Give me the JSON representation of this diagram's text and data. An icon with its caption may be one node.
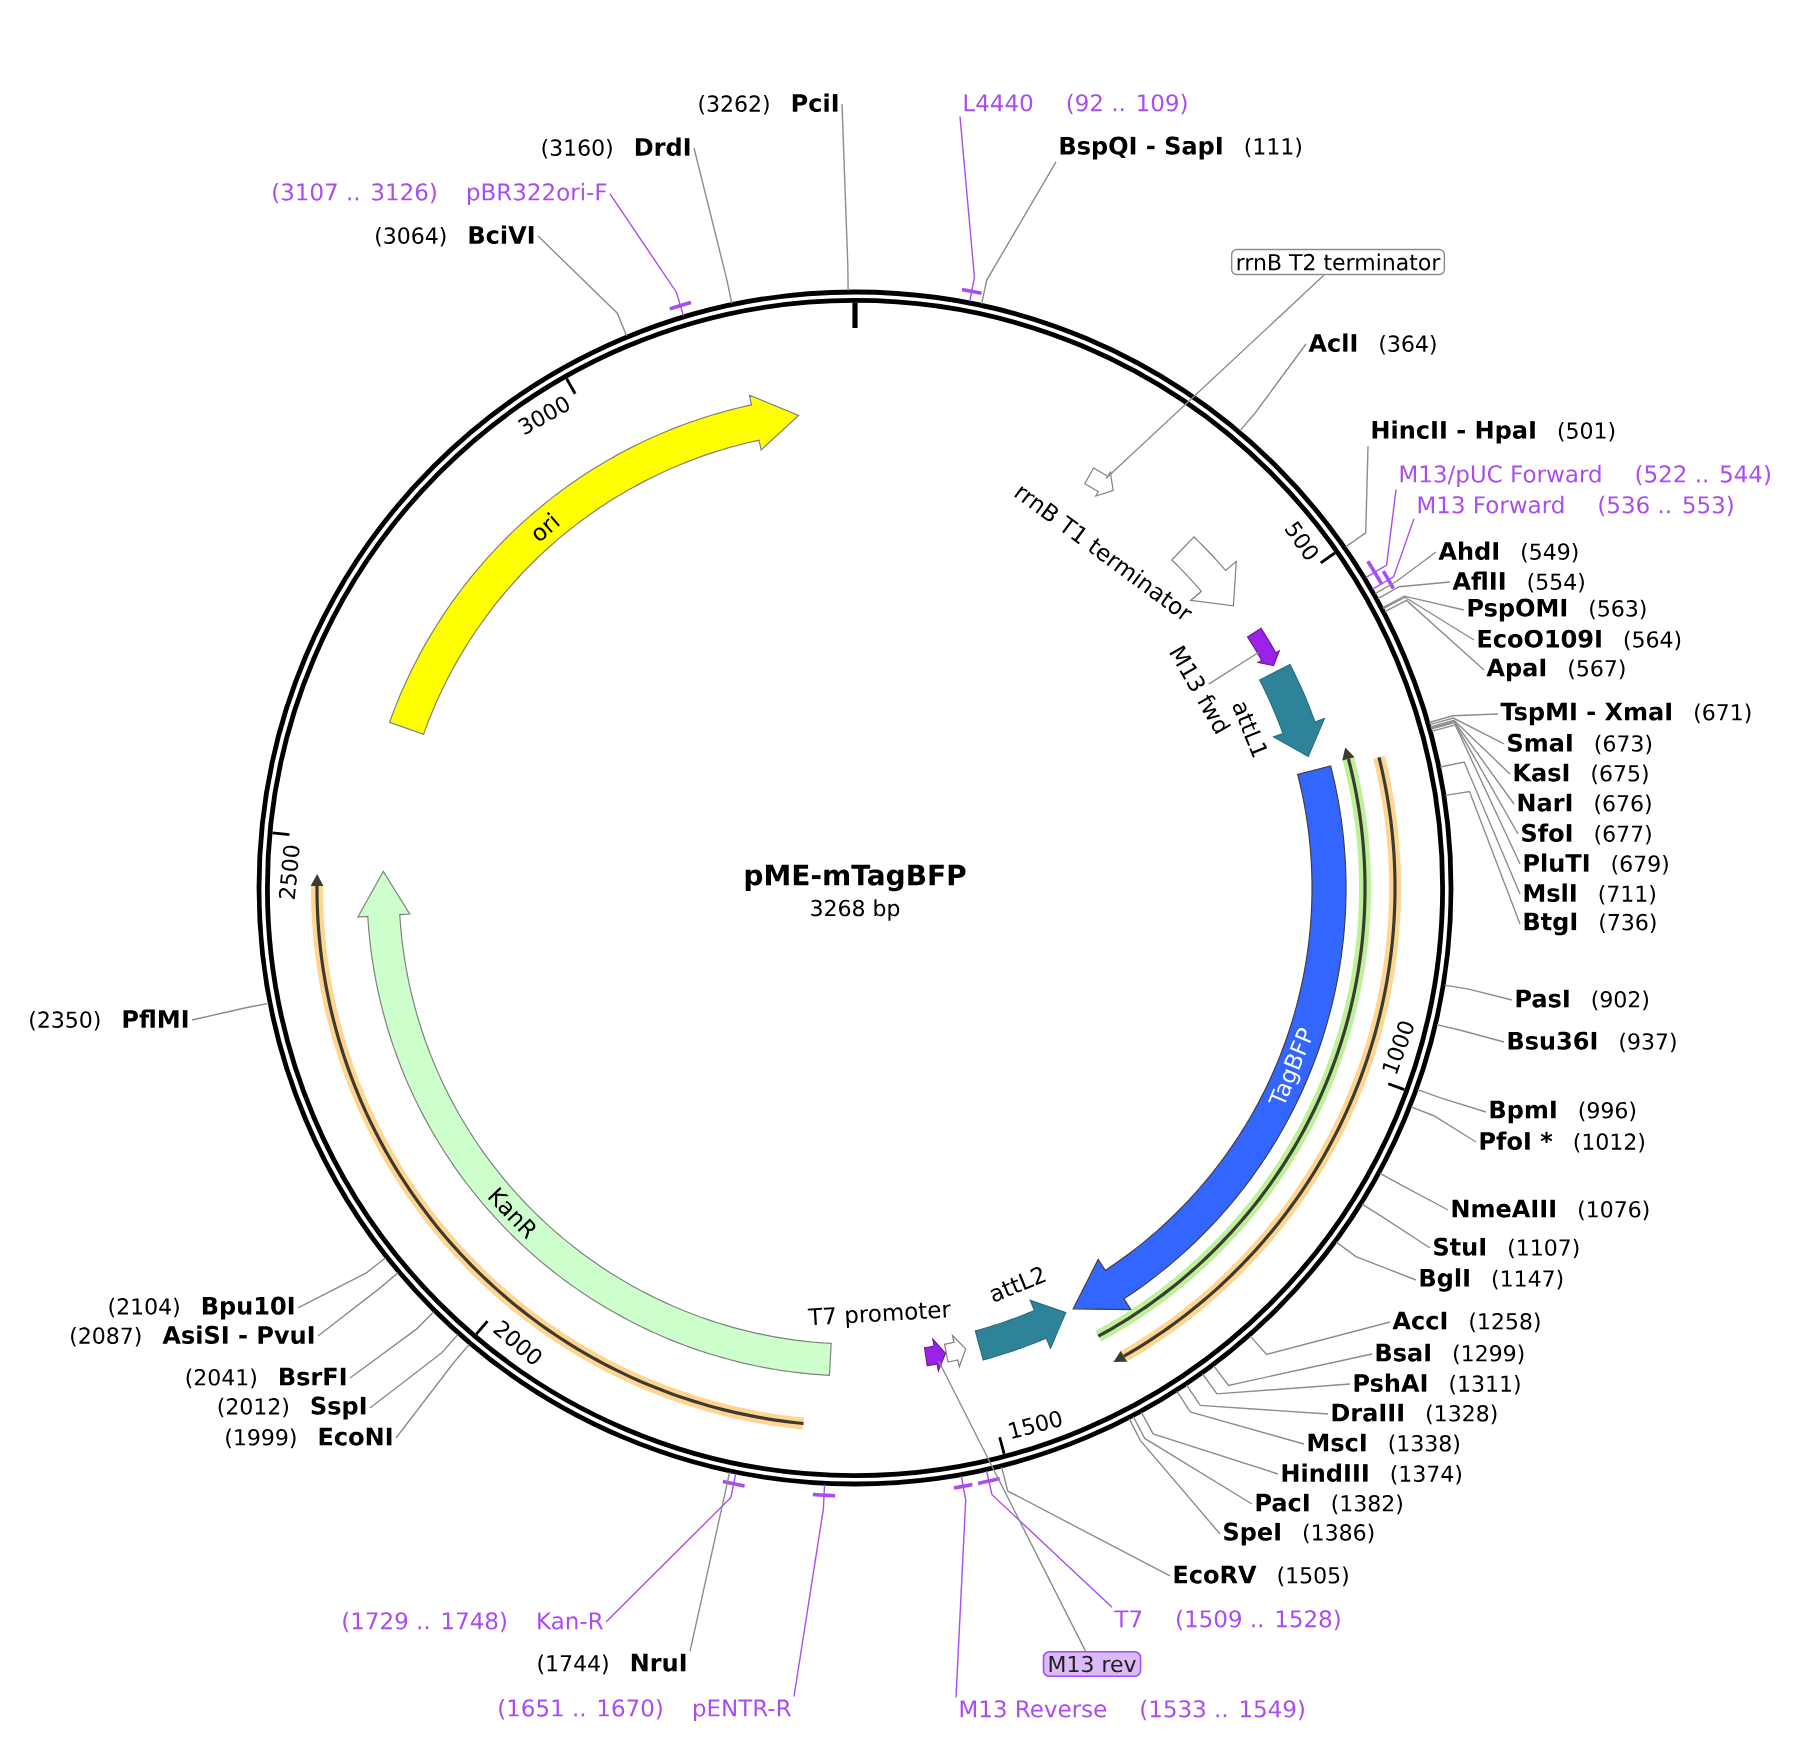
{
  "diagram": {
    "title": "pME-mTagBFP",
    "nodes": [
      {
        "text": [
          "(3262)",
          "PciI"
        ]
      },
      {
        "text": [
          "L4440",
          "(92 .. 109)"
        ]
      },
      {
        "text": [
          "(3160)",
          "DrdI"
        ]
      },
      {
        "text": [
          "BspQI - SapI",
          "(111)"
        ]
      },
      {
        "text": [
          "(3107 .. 3126)",
          "pBR322ori-F"
        ]
      },
      {
        "text": [
          "(3064)",
          "BciVI"
        ]
      },
      {
        "text": [
          "rrnB T2 terminator"
        ]
      },
      {
        "text": [
          "AclI",
          "(364)"
        ]
      },
      {
        "text": [
          "HincII - HpaI",
          "(501)"
        ]
      },
      {
        "text": [
          "M13/pUC Forward",
          "(522 .. 544)"
        ]
      },
      {
        "text": [
          "M13 Forward",
          "(536 .. 553)"
        ]
      },
      {
        "text": [
          "AhdI",
          "(549)"
        ]
      },
      {
        "text": [
          "AflII",
          "(554)"
        ]
      },
      {
        "text": [
          "PspOMI",
          "(563)"
        ]
      },
      {
        "text": [
          "EcoO109I",
          "(564)"
        ]
      },
      {
        "text": [
          "ApaI",
          "(567)"
        ]
      },
      {
        "text": [
          "TspMI - XmaI",
          "(671)"
        ]
      },
      {
        "text": [
          "SmaI",
          "(673)"
        ]
      },
      {
        "text": [
          "KasI",
          "(675)"
        ]
      },
      {
        "text": [
          "NarI",
          "(676)"
        ]
      },
      {
        "text": [
          "SfoI",
          "(677)"
        ]
      },
      {
        "text": [
          "PluTI",
          "(679)"
        ]
      },
      {
        "text": [
          "MslI",
          "(711)"
        ]
      },
      {
        "text": [
          "BtgI",
          "(736)"
        ]
      },
      {
        "text": [
          "PasI",
          "(902)"
        ]
      },
      {
        "text": [
          "(2350)",
          "PflMI"
        ]
      },
      {
        "text": [
          "Bsu36I",
          "(937)"
        ]
      },
      {
        "text": [
          "BpmI",
          "(996)"
        ]
      },
      {
        "text": [
          "PfoI *",
          "(1012)"
        ]
      },
      {
        "text": [
          "NmeAIII",
          "(1076)"
        ]
      },
      {
        "text": [
          "StuI",
          "(1107)"
        ]
      },
      {
        "text": [
          "BglI",
          "(1147)"
        ]
      },
      {
        "text": [
          "(2104)",
          "Bpu10I"
        ]
      },
      {
        "text": [
          "AccI",
          "(1258)"
        ]
      },
      {
        "text": [
          "(2087)",
          "AsiSI - PvuI"
        ]
      },
      {
        "text": [
          "BsaI",
          "(1299)"
        ]
      },
      {
        "text": [
          "(2041)",
          "BsrFI"
        ]
      },
      {
        "text": [
          "PshAI",
          "(1311)"
        ]
      },
      {
        "text": [
          "(2012)",
          "SspI"
        ]
      },
      {
        "text": [
          "DraIII",
          "(1328)"
        ]
      },
      {
        "text": [
          "(1999)",
          "EcoNI"
        ]
      },
      {
        "text": [
          "MscI",
          "(1338)"
        ]
      },
      {
        "text": [
          "HindIII",
          "(1374)"
        ]
      },
      {
        "text": [
          "PacI",
          "(1382)"
        ]
      },
      {
        "text": [
          "SpeI",
          "(1386)"
        ]
      },
      {
        "text": [
          "EcoRV",
          "(1505)"
        ]
      },
      {
        "text": [
          "(1729 .. 1748)",
          "Kan-R"
        ]
      },
      {
        "text": [
          "T7",
          "(1509 .. 1528)"
        ]
      },
      {
        "text": [
          "(1744)",
          "NruI"
        ]
      },
      {
        "text": [
          "M13 rev"
        ]
      },
      {
        "text": [
          "(1651 .. 1670)",
          "pENTR-R"
        ]
      },
      {
        "text": [
          "M13 Reverse",
          "(1533 .. 1549)"
        ]
      },
      {
        "text": [],
        "shape": "circle"
      },
      {
        "text": [
          "ori"
        ],
        "in": 52
      },
      {
        "text": [],
        "shape": "arrow",
        "in": 52
      },
      {
        "text": [
          "rrnB T1 terminator"
        ],
        "in": 52
      },
      {
        "text": [
          "M13 fwd"
        ],
        "in": 52
      },
      {
        "text": [],
        "shape": "arrow",
        "in": 52
      },
      {
        "text": [
          "attL1"
        ],
        "in": 52
      },
      {
        "text": [
          "KanR"
        ],
        "in": 52
      },
      {
        "text": [
          "TagBFP"
        ],
        "in": 52
      },
      {
        "text": [
          "T7 promoter"
        ],
        "in": 52
      },
      {
        "text": [
          "attL2"
        ],
        "in": 52
      },
      {
        "text": [],
        "shape": "arrow",
        "in": 52
      },
      {
        "text": [],
        "shape": "arrow",
        "in": 52
      },
      {
        "text": [],
        "shape": "arrow",
        "in": 52
      },
      {
        "text": [],
        "shape": "arrow",
        "in": 52
      }
    ],
    "edges": [
      {
        "from": 0,
        "to": 52,
        "arrow": "none"
      },
      {
        "from": 1,
        "to": 52,
        "arrow": "none",
        "color": "#a94cf2"
      },
      {
        "from": 2,
        "to": 52,
        "arrow": "none"
      },
      {
        "from": 3,
        "to": 52,
        "arrow": "none"
      },
      {
        "from": 4,
        "to": 52,
        "arrow": "none",
        "color": "#a94cf2"
      },
      {
        "from": 5,
        "to": 52,
        "arrow": "none"
      },
      {
        "from": 6,
        "to": 54,
        "arrow": "none"
      },
      {
        "from": 7,
        "to": 52,
        "arrow": "none"
      },
      {
        "from": 8,
        "to": 52,
        "arrow": "none"
      },
      {
        "from": 9,
        "to": 52,
        "arrow": "none",
        "color": "#a94cf2"
      },
      {
        "from": 10,
        "to": 52,
        "arrow": "none",
        "color": "#a94cf2"
      },
      {
        "from": 11,
        "to": 52,
        "arrow": "none"
      },
      {
        "from": 12,
        "to": 52,
        "arrow": "none"
      },
      {
        "from": 13,
        "to": 52,
        "arrow": "none"
      },
      {
        "from": 14,
        "to": 52,
        "arrow": "none"
      },
      {
        "from": 15,
        "to": 52,
        "arrow": "none"
      },
      {
        "from": 16,
        "to": 52,
        "arrow": "none"
      },
      {
        "from": 17,
        "to": 52,
        "arrow": "none"
      },
      {
        "from": 18,
        "to": 52,
        "arrow": "none"
      },
      {
        "from": 19,
        "to": 52,
        "arrow": "none"
      },
      {
        "from": 20,
        "to": 52,
        "arrow": "none"
      },
      {
        "from": 21,
        "to": 52,
        "arrow": "none"
      },
      {
        "from": 22,
        "to": 52,
        "arrow": "none"
      },
      {
        "from": 23,
        "to": 52,
        "arrow": "none"
      },
      {
        "from": 24,
        "to": 52,
        "arrow": "none"
      },
      {
        "from": 25,
        "to": 52,
        "arrow": "none"
      },
      {
        "from": 26,
        "to": 52,
        "arrow": "none"
      },
      {
        "from": 27,
        "to": 52,
        "arrow": "none"
      },
      {
        "from": 28,
        "to": 52,
        "arrow": "none"
      },
      {
        "from": 29,
        "to": 52,
        "arrow": "none"
      },
      {
        "from": 30,
        "to": 52,
        "arrow": "none"
      },
      {
        "from": 31,
        "to": 52,
        "arrow": "none"
      },
      {
        "from": 32,
        "to": 52,
        "arrow": "none"
      },
      {
        "from": 33,
        "to": 52,
        "arrow": "none"
      },
      {
        "from": 34,
        "to": 52,
        "arrow": "none"
      },
      {
        "from": 35,
        "to": 52,
        "arrow": "none"
      },
      {
        "from": 36,
        "to": 52,
        "arrow": "none"
      },
      {
        "from": 37,
        "to": 52,
        "arrow": "none"
      },
      {
        "from": 38,
        "to": 52,
        "arrow": "none"
      },
      {
        "from": 39,
        "to": 52,
        "arrow": "none"
      },
      {
        "from": 40,
        "to": 52,
        "arrow": "none"
      },
      {
        "from": 41,
        "to": 52,
        "arrow": "none"
      },
      {
        "from": 42,
        "to": 52,
        "arrow": "none"
      },
      {
        "from": 43,
        "to": 52,
        "arrow": "none"
      },
      {
        "from": 44,
        "to": 52,
        "arrow": "none"
      },
      {
        "from": 45,
        "to": 52,
        "arrow": "none"
      },
      {
        "from": 46,
        "to": 52,
        "arrow": "none",
        "color": "#a94cf2"
      },
      {
        "from": 47,
        "to": 52,
        "arrow": "none",
        "color": "#a94cf2"
      },
      {
        "from": 48,
        "to": 52,
        "arrow": "none"
      },
      {
        "from": 49,
        "to": 63,
        "arrow": "none"
      },
      {
        "from": 50,
        "to": 52,
        "arrow": "none",
        "color": "#a94cf2"
      },
      {
        "from": 51,
        "to": 52,
        "arrow": "none",
        "color": "#a94cf2"
      },
      {
        "from": 56,
        "to": 57,
        "arrow": "none"
      }
    ],
    "labels": [
      "3000",
      "500",
      "2500",
      "3268 bp",
      "1000",
      "2000",
      "1500"
    ]
  }
}
